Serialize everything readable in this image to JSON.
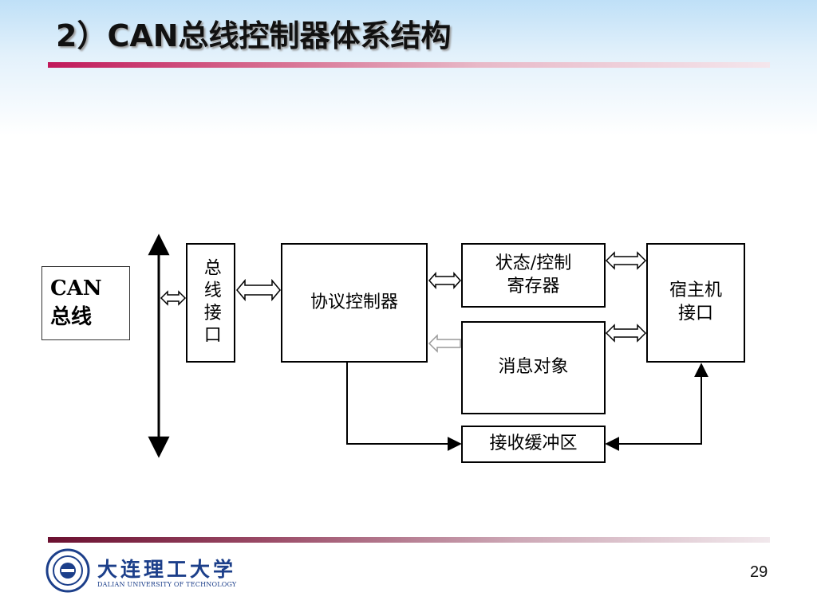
{
  "slide": {
    "title": "2）CAN总线控制器体系结构",
    "page_number": "29"
  },
  "diagram": {
    "can_bus_label": "CAN\n总线",
    "bus_interface": "总线接口",
    "protocol_controller": "协议控制器",
    "status_control_register": "状态/控制\n寄存器",
    "message_object": "消息对象",
    "host_interface": "宿主机\n接口",
    "receive_buffer": "接收缓冲区"
  },
  "footer": {
    "university_cn": "大连理工大学",
    "university_en": "DALIAN UNIVERSITY OF TECHNOLOGY",
    "logo_icon": "university-seal-icon"
  },
  "colors": {
    "title_rule": "#c0185a",
    "footer_rule": "#6b1030",
    "logo_blue": "#1c3f8a"
  }
}
